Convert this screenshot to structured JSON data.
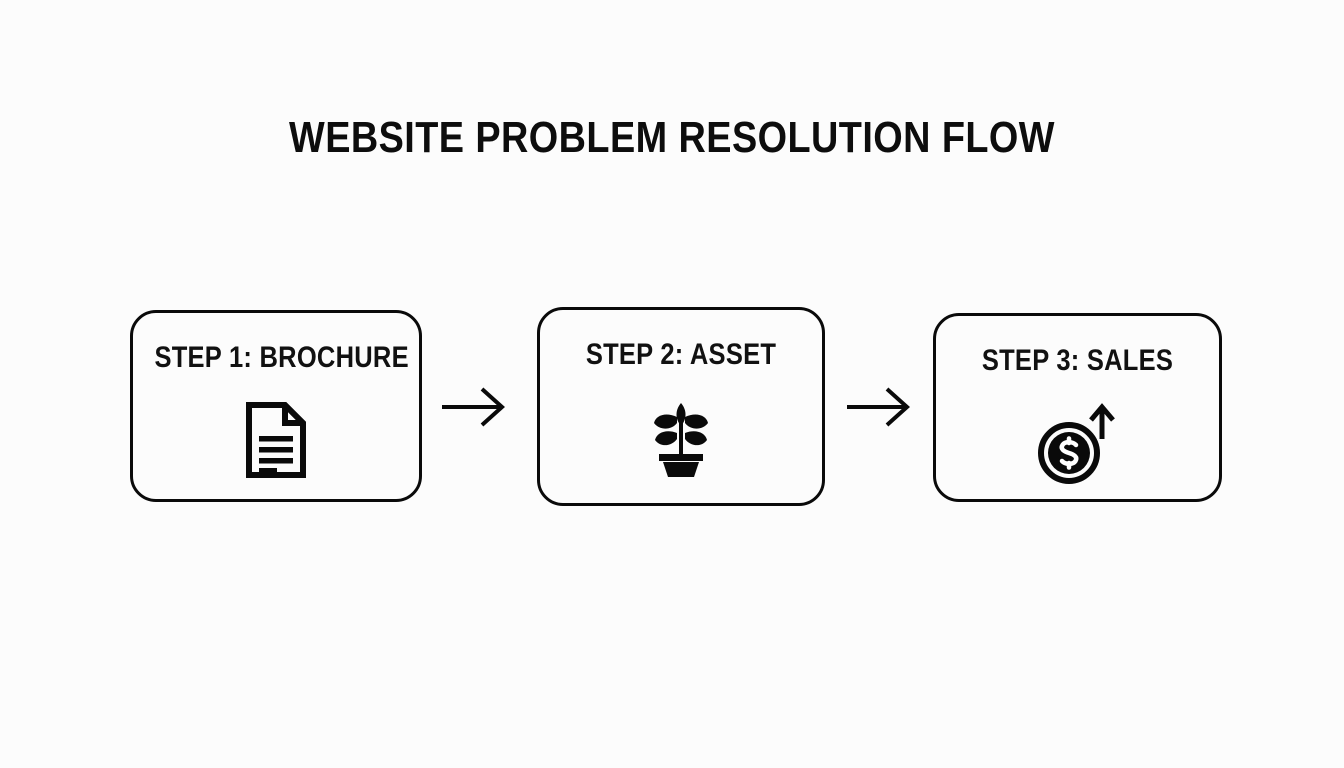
{
  "page": {
    "title": "WEBSITE PROBLEM RESOLUTION FLOW",
    "background_color": "#fcfcfc",
    "ink_color": "#0a0a0a"
  },
  "flow": {
    "steps": [
      {
        "label": "STEP 1: BROCHURE",
        "icon": "document-icon"
      },
      {
        "label": "STEP 2: ASSET",
        "icon": "potted-plant-icon"
      },
      {
        "label": "STEP 3: SALES",
        "icon": "dollar-coin-growth-icon"
      }
    ],
    "connectors": [
      {
        "icon": "arrow-right-icon"
      },
      {
        "icon": "arrow-right-icon"
      }
    ]
  }
}
